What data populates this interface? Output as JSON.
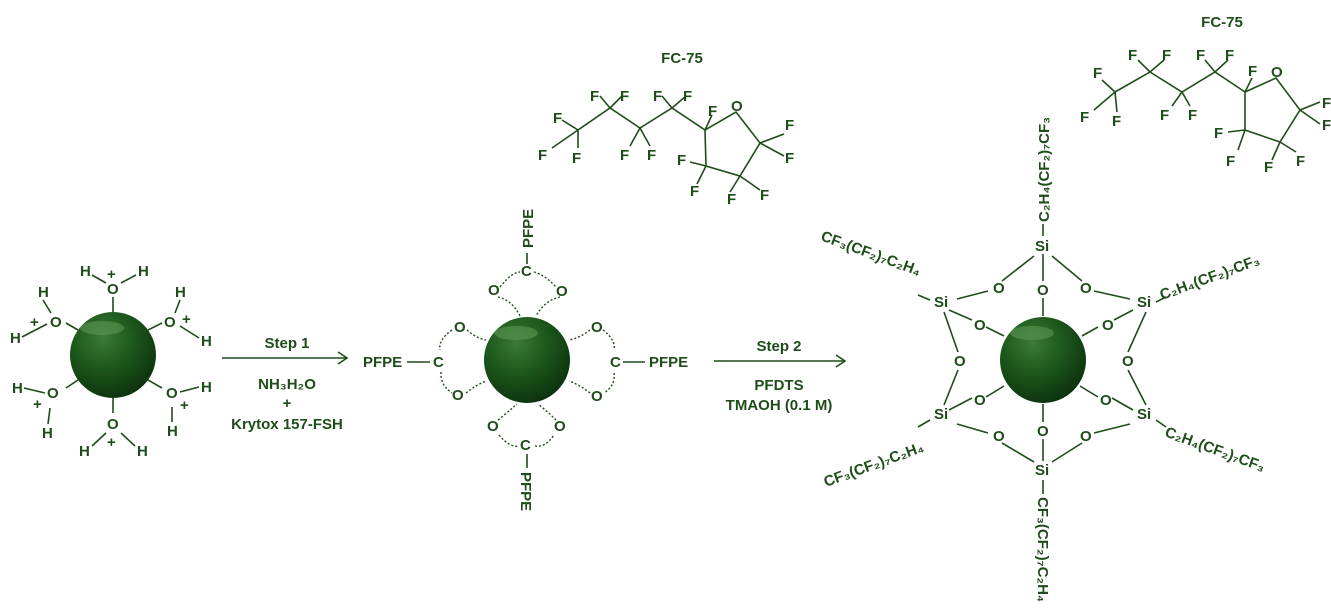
{
  "colors": {
    "ink": "#1f4d1a",
    "particle_dark": "#0f3a10",
    "particle_light": "#2e6b2a"
  },
  "step1": {
    "title": "Step 1",
    "reagent1": "NH₃H₂O",
    "plus": "+",
    "reagent2": "Krytox 157-FSH"
  },
  "step2": {
    "title": "Step 2",
    "reagent1": "PFDTS",
    "reagent2": "TMAOH (0.1 M)"
  },
  "solvent": {
    "name1": "FC-75",
    "name2": "FC-75"
  },
  "atoms": {
    "H": "H",
    "O": "O",
    "plus": "+",
    "C": "C",
    "F": "F",
    "Si": "Si"
  },
  "ligands": {
    "pfpe": "PFPE",
    "chain_a": "CF₃(CF₂)₇C₂H₄",
    "chain_b": "C₂H₄(CF₂)₇CF₃"
  }
}
